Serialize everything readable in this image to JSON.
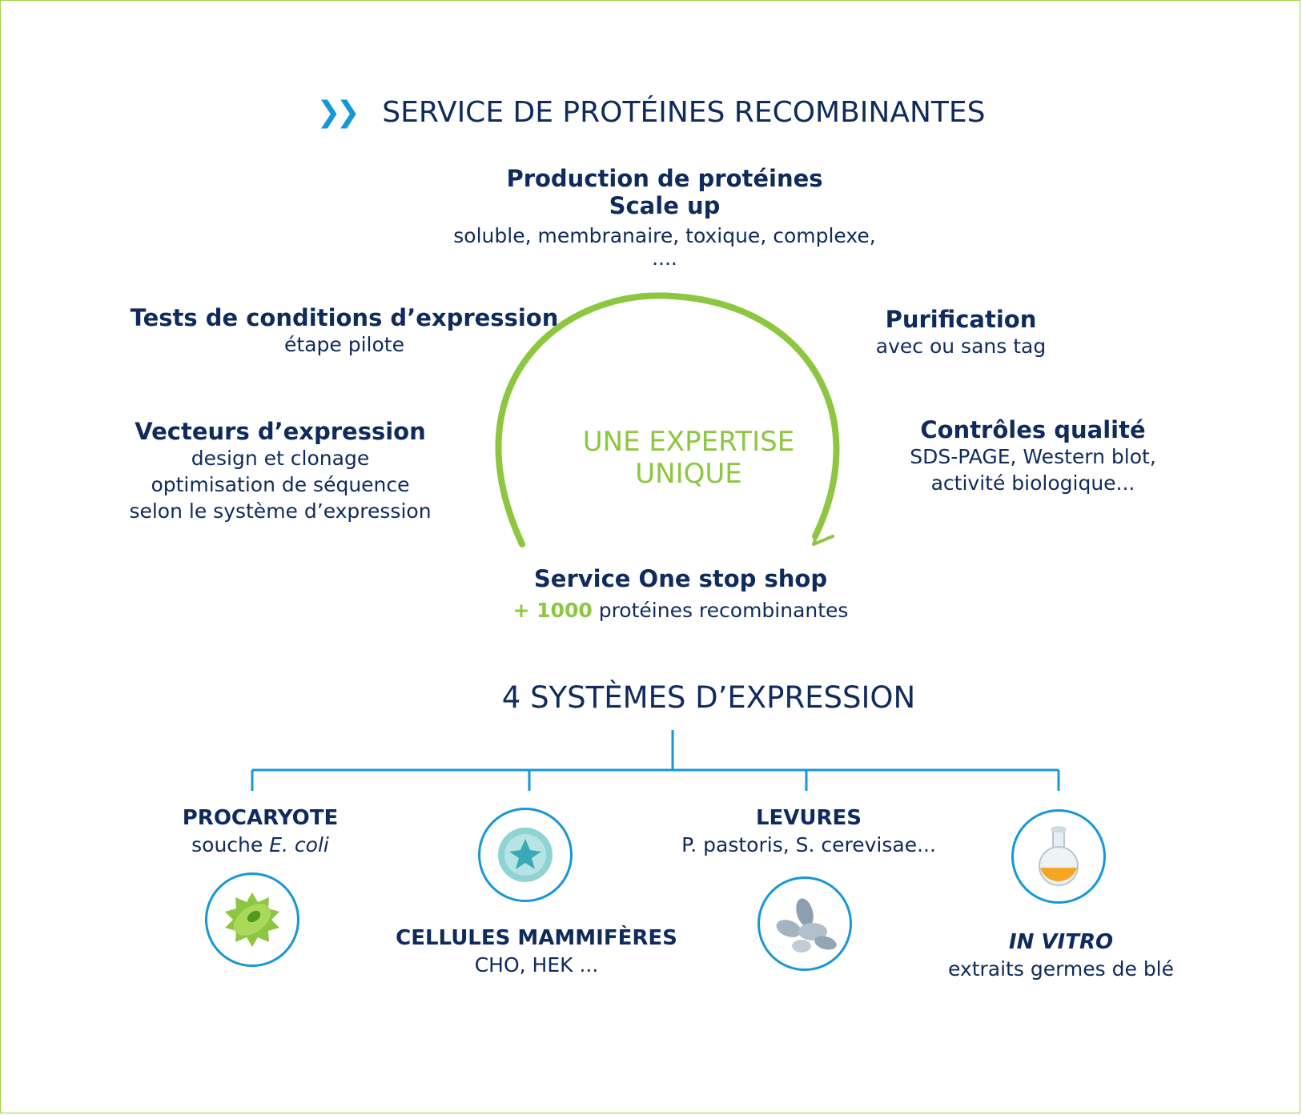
{
  "title": "SERVICE DE PROTÉINES RECOMBINANTES",
  "title_icon": "double-chevron-icon",
  "production": {
    "title1": "Production de protéines",
    "title2": "Scale up",
    "sub1": "soluble, membranaire, toxique, complexe,",
    "sub2": "...."
  },
  "tests": {
    "title": "Tests de conditions d’expression",
    "sub": "étape pilote"
  },
  "purification": {
    "title": "Purification",
    "sub": "avec ou sans tag"
  },
  "vecteurs": {
    "title": "Vecteurs d’expression",
    "sub1": "design et clonage",
    "sub2": "optimisation de séquence",
    "sub3": "selon le système d’expression"
  },
  "controles": {
    "title": "Contrôles qualité",
    "sub1": "SDS-PAGE, Western blot,",
    "sub2": "activité biologique..."
  },
  "expertise": {
    "line1": "UNE EXPERTISE",
    "line2": "UNIQUE"
  },
  "onestop": {
    "title": "Service One stop shop",
    "plus": "+ 1000",
    "rest": "protéines recombinantes"
  },
  "systems_title": "4 SYSTÈMES D’EXPRESSION",
  "systems": {
    "procaryote": {
      "title": "PROCARYOTE",
      "sub_pre": "souche ",
      "sub_italic": "E. coli",
      "icon": "bacteria-icon"
    },
    "mammiferes": {
      "title": "CELLULES MAMMIFÈRES",
      "sub": "CHO, HEK ...",
      "icon": "mammalian-cell-icon"
    },
    "levures": {
      "title": "LEVURES",
      "sub": "P. pastoris, S. cerevisae...",
      "icon": "yeast-icon"
    },
    "invitro": {
      "title": "IN VITRO",
      "sub": "extraits germes de blé",
      "icon": "flask-icon"
    }
  },
  "colors": {
    "navy": "#0f2a5c",
    "blue": "#1597d8",
    "green": "#8dc63f"
  }
}
